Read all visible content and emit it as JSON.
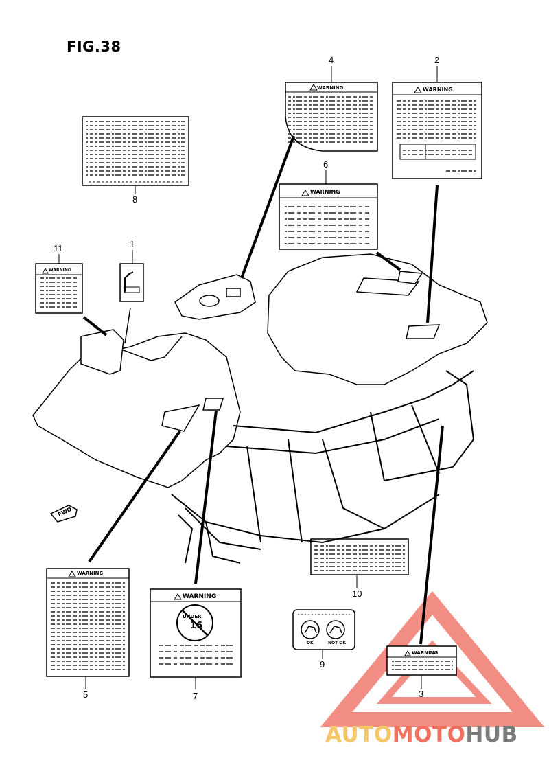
{
  "figure": {
    "title": "FIG.38"
  },
  "labels": {
    "warning": "WARNING",
    "fwd": "FWD",
    "under": "UNDER",
    "age": "16",
    "ok": "OK",
    "not_ok": "NOT OK"
  },
  "callouts": [
    "1",
    "2",
    "3",
    "4",
    "5",
    "6",
    "7",
    "8",
    "9",
    "10",
    "11"
  ],
  "watermark": {
    "part1": "AUTO",
    "part2": "MOTO",
    "part3": "HUB",
    "colors": {
      "logo": "#f07a6e",
      "auto": "#f5c56a",
      "moto": "#f07060",
      "hub": "#7a7a7a"
    }
  }
}
